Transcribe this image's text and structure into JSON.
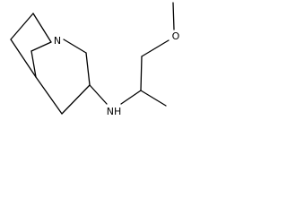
{
  "molecule": {
    "atoms": {
      "n_bridgehead": "N",
      "n_amine": "NH",
      "o_ether": "O"
    }
  },
  "colors": {
    "bond": "#000000",
    "background": "#ffffff"
  }
}
